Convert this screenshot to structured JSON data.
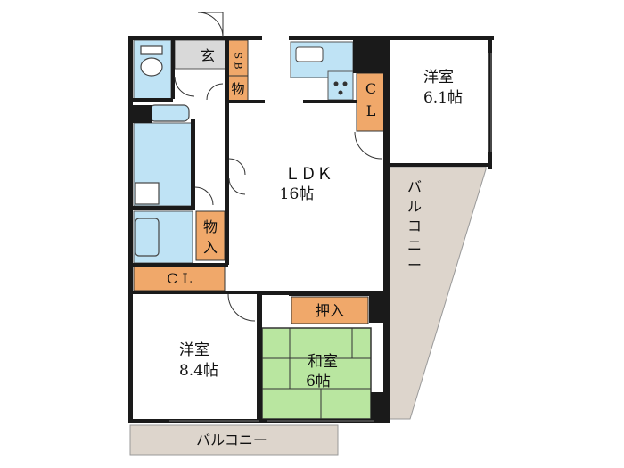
{
  "floorplan": {
    "rooms": {
      "ldk": {
        "name": "ＬＤＫ",
        "size": "16帖"
      },
      "western_small": {
        "name": "洋室",
        "size": "6.1帖"
      },
      "western_large": {
        "name": "洋室",
        "size": "8.4帖"
      },
      "japanese": {
        "name": "和室",
        "size": "6帖"
      }
    },
    "labels": {
      "entrance": "玄",
      "shoe_box": "S B",
      "storage_top": "物",
      "storage_mid_1": "物",
      "storage_mid_2": "入",
      "closet_right_1": "C",
      "closet_right_2": "L",
      "closet_left": "C L",
      "oshiire": "押入",
      "balcony_side": [
        "バ",
        "ル",
        "コ",
        "ニ",
        "ー"
      ],
      "balcony_bottom": "バルコニー"
    },
    "colors": {
      "wall": "#1a1a1a",
      "closet": "#f0a86a",
      "balcony": "#ddd5cc",
      "wet_area": "#bfe3f5",
      "tatami": "#b9e6a0",
      "entrance_floor": "#d9d9d9"
    }
  }
}
